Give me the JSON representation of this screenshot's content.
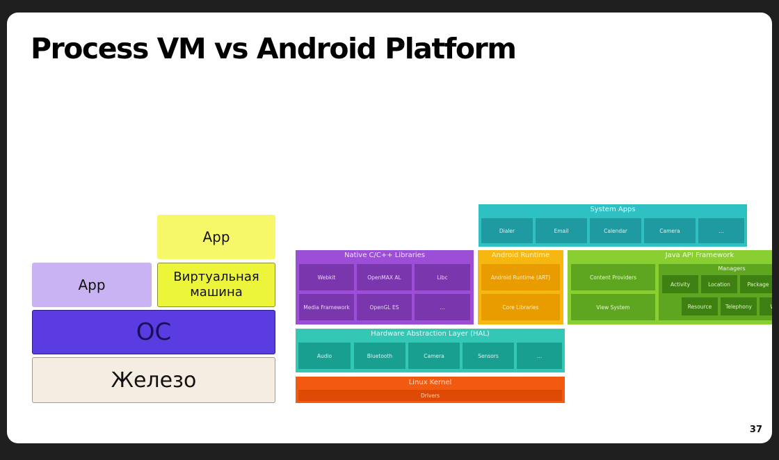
{
  "slide": {
    "title": "Process VM vs Android Platform",
    "page_number": "37"
  },
  "left_stack": {
    "app_top": "App",
    "vm": "Виртуальная\nмашина",
    "app_left": "App",
    "os": "ОС",
    "hardware": "Железо"
  },
  "android": {
    "system_apps": {
      "title": "System Apps",
      "items": [
        "Dialer",
        "Email",
        "Calendar",
        "Camera",
        "..."
      ]
    },
    "native_libs": {
      "title": "Native C/C++ Libraries",
      "items": [
        "Webkit",
        "OpenMAX AL",
        "Libc",
        "Media Framework",
        "OpenGL ES",
        "..."
      ]
    },
    "android_runtime": {
      "title": "Android Runtime",
      "items": [
        "Android Runtime (ART)",
        "Core Libraries"
      ]
    },
    "java_api": {
      "title": "Java API Framework",
      "left_items": [
        "Content Providers",
        "View System"
      ],
      "managers_title": "Managers",
      "managers": [
        "Activity",
        "Location",
        "Package",
        "Resource",
        "Telephony",
        "Wi"
      ]
    },
    "hal": {
      "title": "Hardware Abstraction Layer (HAL)",
      "items": [
        "Audio",
        "Bluetooth",
        "Camera",
        "Sensors",
        "..."
      ]
    },
    "kernel": {
      "title": "Linux Kernel",
      "drivers": "Drivers"
    }
  },
  "colors": {
    "app_purple": "#c9b3f2",
    "vm_yellow": "#ecf53a",
    "app_yellow": "#f6f869",
    "os_blue": "#5a3ce0",
    "hardware": "#f5ece2",
    "system_apps": "#2fc0c4",
    "native_libs": "#9c4fd6",
    "runtime": "#f6b710",
    "java_api": "#89cf32",
    "hal": "#34c7b6",
    "kernel": "#f25a10"
  }
}
